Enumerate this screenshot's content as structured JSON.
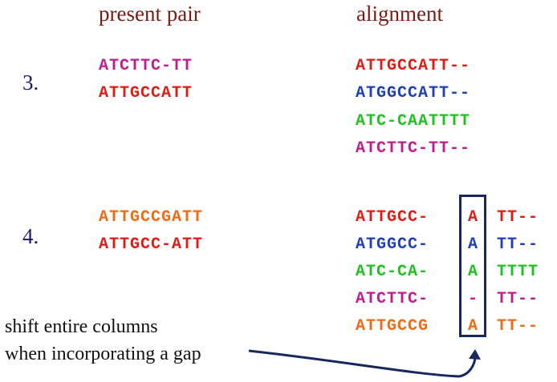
{
  "headers": {
    "pair": "present pair",
    "alignment": "alignment"
  },
  "step3": {
    "number": "3.",
    "pair": [
      {
        "text": "ATCTTC-TT",
        "color": "#c21b8f"
      },
      {
        "text": "ATTGCCATT",
        "color": "#e01b14"
      }
    ],
    "alignment": [
      {
        "text": "ATTGCCATT--",
        "color": "#e01b14"
      },
      {
        "text": "ATGGCCATT--",
        "color": "#1f3fb8"
      },
      {
        "text": "ATC-CAATTTT",
        "color": "#1ec21e"
      },
      {
        "text": "ATCTTC-TT--",
        "color": "#c21b8f"
      }
    ]
  },
  "step4": {
    "number": "4.",
    "pair": [
      {
        "text": "ATTGCCGATT",
        "color": "#f06a12"
      },
      {
        "text": "ATTGCC-ATT",
        "color": "#e01b14"
      }
    ],
    "alignment": [
      {
        "left": "ATTGCC-",
        "mid": "A",
        "right": "TT--",
        "color": "#e01b14"
      },
      {
        "left": "ATGGCC-",
        "mid": "A",
        "right": "TT--",
        "color": "#1f3fb8"
      },
      {
        "left": "ATC-CA-",
        "mid": "A",
        "right": "TTTT",
        "color": "#1ec21e"
      },
      {
        "left": "ATCTTC-",
        "mid": "-",
        "right": "TT--",
        "color": "#c21b8f"
      },
      {
        "left": "ATTGCCG",
        "mid": "A",
        "right": "TT--",
        "color": "#f06a12"
      }
    ]
  },
  "note": {
    "line1": "shift entire columns",
    "line2": "when incorporating a gap"
  },
  "colors": {
    "header": "#7a1a12",
    "number": "#1a1a6e",
    "box": "#16285c",
    "arrow": "#16285c"
  }
}
